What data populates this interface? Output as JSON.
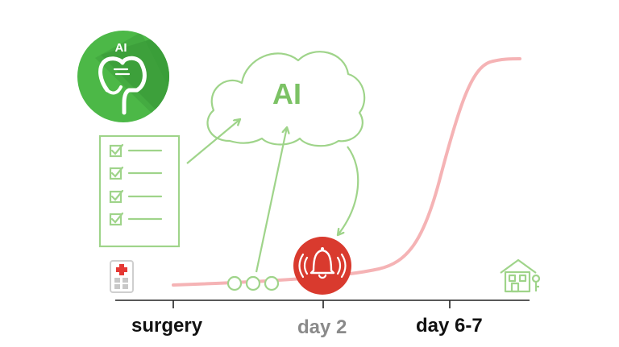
{
  "diagram": {
    "badge_label": "AI",
    "cloud_label": "AI",
    "timeline": {
      "ticks": [
        {
          "label": "surgery",
          "color": "#111111"
        },
        {
          "label": "day 2",
          "color": "#8a8a8a"
        },
        {
          "label": "day 6-7",
          "color": "#111111"
        }
      ]
    },
    "colors": {
      "green_light": "#9fd48a",
      "green_text": "#7cc265",
      "badge_green": "#4cb847",
      "badge_green_dark": "#3a9e39",
      "recovery_curve": "#f5b3b5",
      "alarm_red": "#d93a2e",
      "axis": "#222222"
    },
    "icons": [
      "colon-icon",
      "checklist-icon",
      "hospital-icon",
      "alarm-bell-icon",
      "home-icon"
    ]
  }
}
